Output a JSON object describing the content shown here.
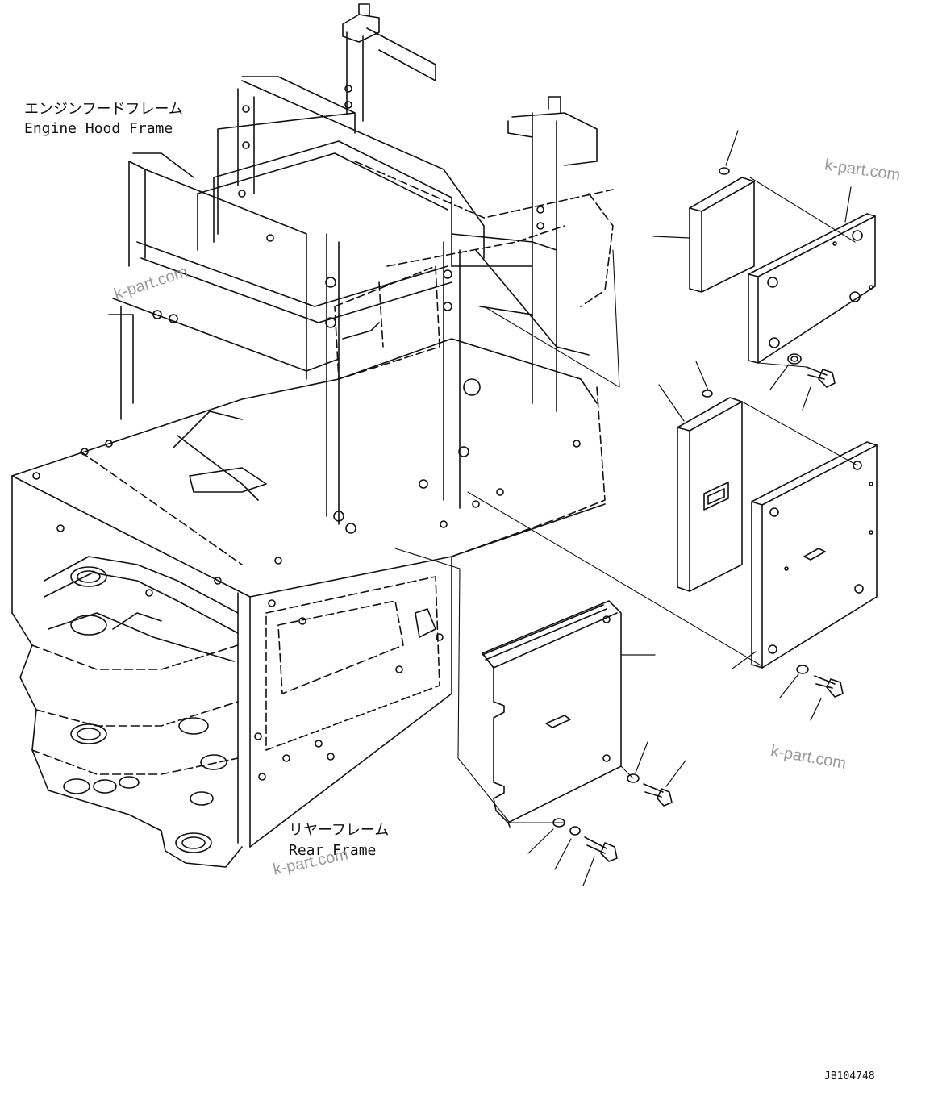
{
  "labels": {
    "engine_hood_frame_jp": "エンジンフードフレーム",
    "engine_hood_frame_en": "Engine Hood Frame",
    "rear_frame_jp": "リヤーフレーム",
    "rear_frame_en": "Rear Frame",
    "drawing_number": "JB104748"
  },
  "watermark": {
    "text": "k-part.com"
  },
  "colors": {
    "line": "#111111",
    "watermark": "#9a9a9a"
  }
}
